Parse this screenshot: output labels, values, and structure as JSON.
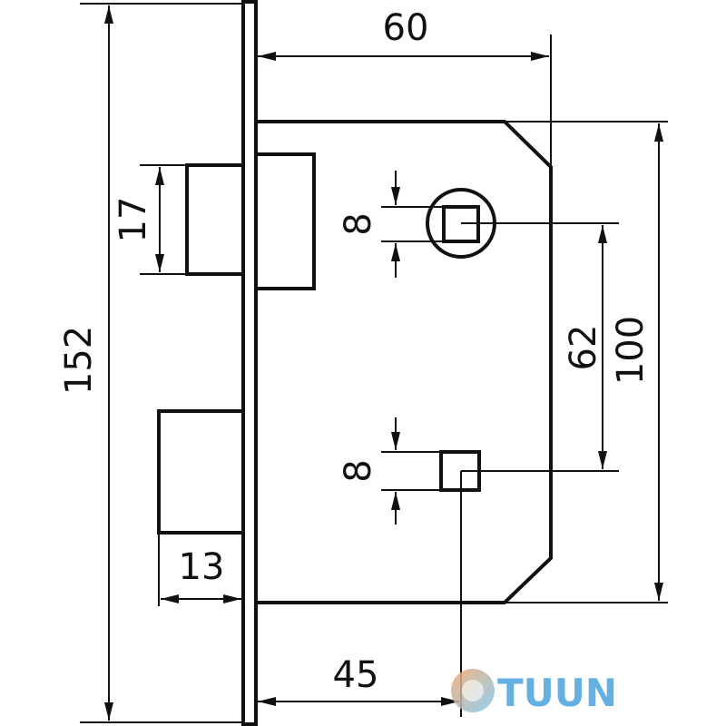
{
  "dimensions": {
    "total_height": "152",
    "body_width": "60",
    "latch_height": "17",
    "spindle_square": "8",
    "axis_distance": "62",
    "body_height": "100",
    "cylinder_square": "8",
    "deadbolt_projection": "13",
    "backset": "45"
  },
  "logo": {
    "text": "TUUN",
    "color": "#4aa3df",
    "circle_colors": [
      "#f6a86a",
      "#7ec8f0"
    ]
  },
  "colors": {
    "line": "#111111",
    "background": "#ffffff"
  }
}
